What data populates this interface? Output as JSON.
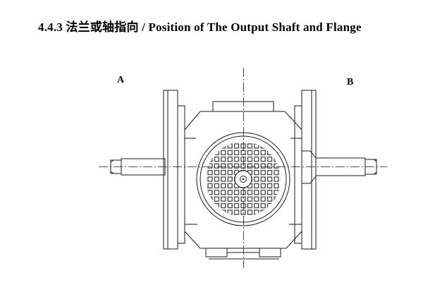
{
  "page": {
    "background": "#ffffff",
    "line_color": "#1a1a1a"
  },
  "title": {
    "section_number": "4.4.3",
    "chinese": "法兰或轴指向",
    "separator": "/",
    "english": "Position of The Output Shaft and Flange"
  },
  "diagram": {
    "label_a": "A",
    "label_b": "B",
    "description": "Front view of gear reducer: output shaft A (left) and output shaft B (right), side mounting flanges, circular motor flange face with square vent grille and center hub"
  }
}
